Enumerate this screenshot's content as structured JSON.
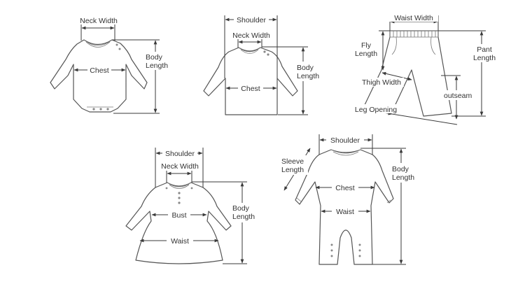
{
  "accent_color": "#3a3a3a",
  "line_color": "#555555",
  "garments": [
    {
      "name": "Bodysuit",
      "labels": {
        "neck": "Neck Width",
        "chest": "Chest",
        "body_length_1": "Body",
        "body_length_2": "Length"
      }
    },
    {
      "name": "Sweater",
      "labels": {
        "shoulder": "Shoulder",
        "neck": "Neck Width",
        "chest": "Chest",
        "body_length_1": "Body",
        "body_length_2": "Length"
      }
    },
    {
      "name": "Pants",
      "labels": {
        "waist": "Waist Width",
        "fly_1": "Fly",
        "fly_2": "Length",
        "pant_1": "Pant",
        "pant_2": "Length",
        "thigh": "Thigh Width",
        "outseam": "outseam",
        "leg_opening": "Leg Opening"
      }
    },
    {
      "name": "Dress",
      "labels": {
        "shoulder": "Shoulder",
        "neck": "Neck Width",
        "bust": "Bust",
        "waist": "Waist",
        "body_length_1": "Body",
        "body_length_2": "Length"
      }
    },
    {
      "name": "Romper",
      "labels": {
        "shoulder": "Shoulder",
        "sleeve_1": "Sleeve",
        "sleeve_2": "Length",
        "chest": "Chest",
        "waist": "Waist",
        "body_length_1": "Body",
        "body_length_2": "Length"
      }
    }
  ]
}
